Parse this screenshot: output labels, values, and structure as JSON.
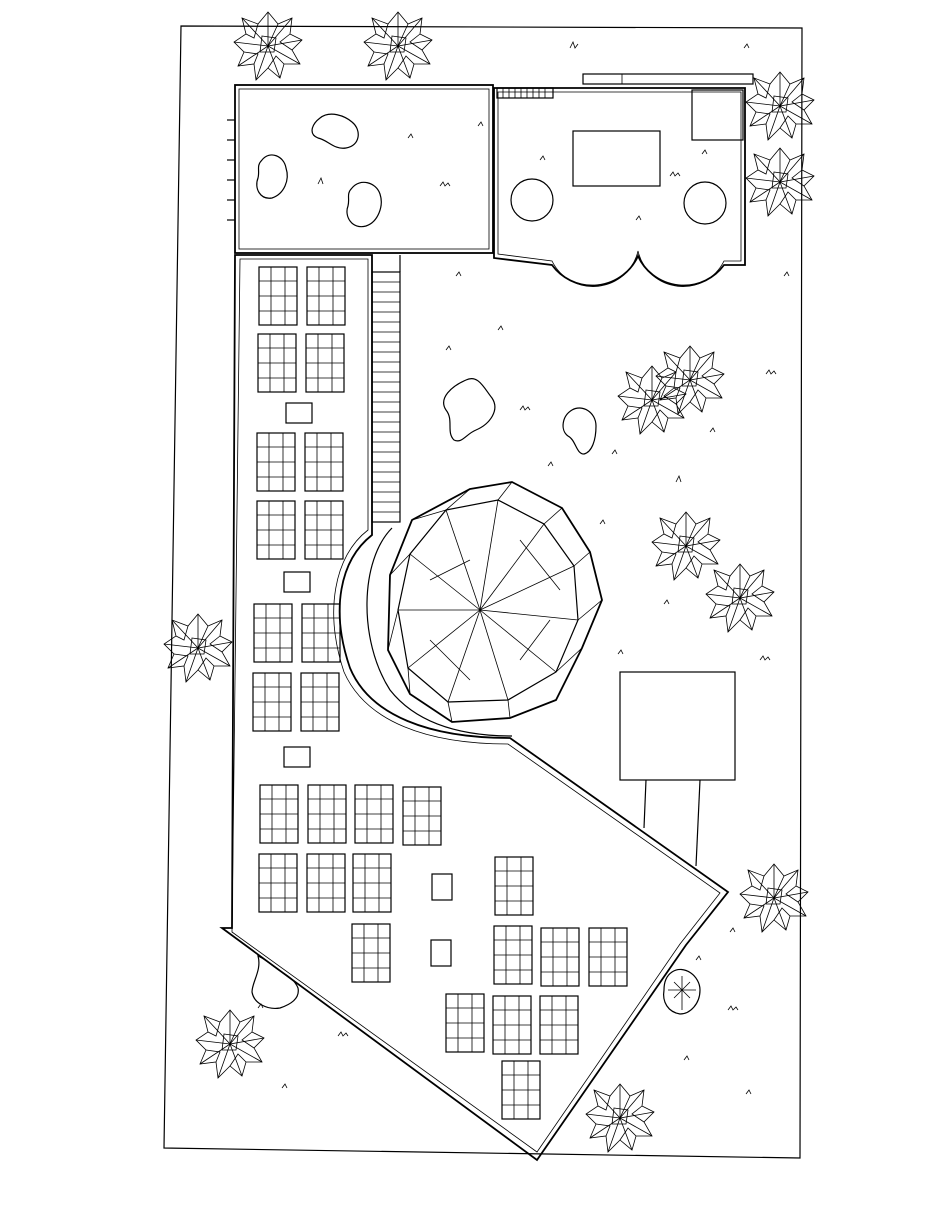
{
  "drawing": {
    "type": "landscape site plan",
    "line_color": "#000000",
    "background": "#ffffff",
    "text_labels": []
  },
  "features": {
    "site_boundary": 1,
    "buildings": 2,
    "geodesic_dome": 1,
    "parking_stall_blocks": 30,
    "trees": 13,
    "ponds": 6,
    "planters": 5
  }
}
